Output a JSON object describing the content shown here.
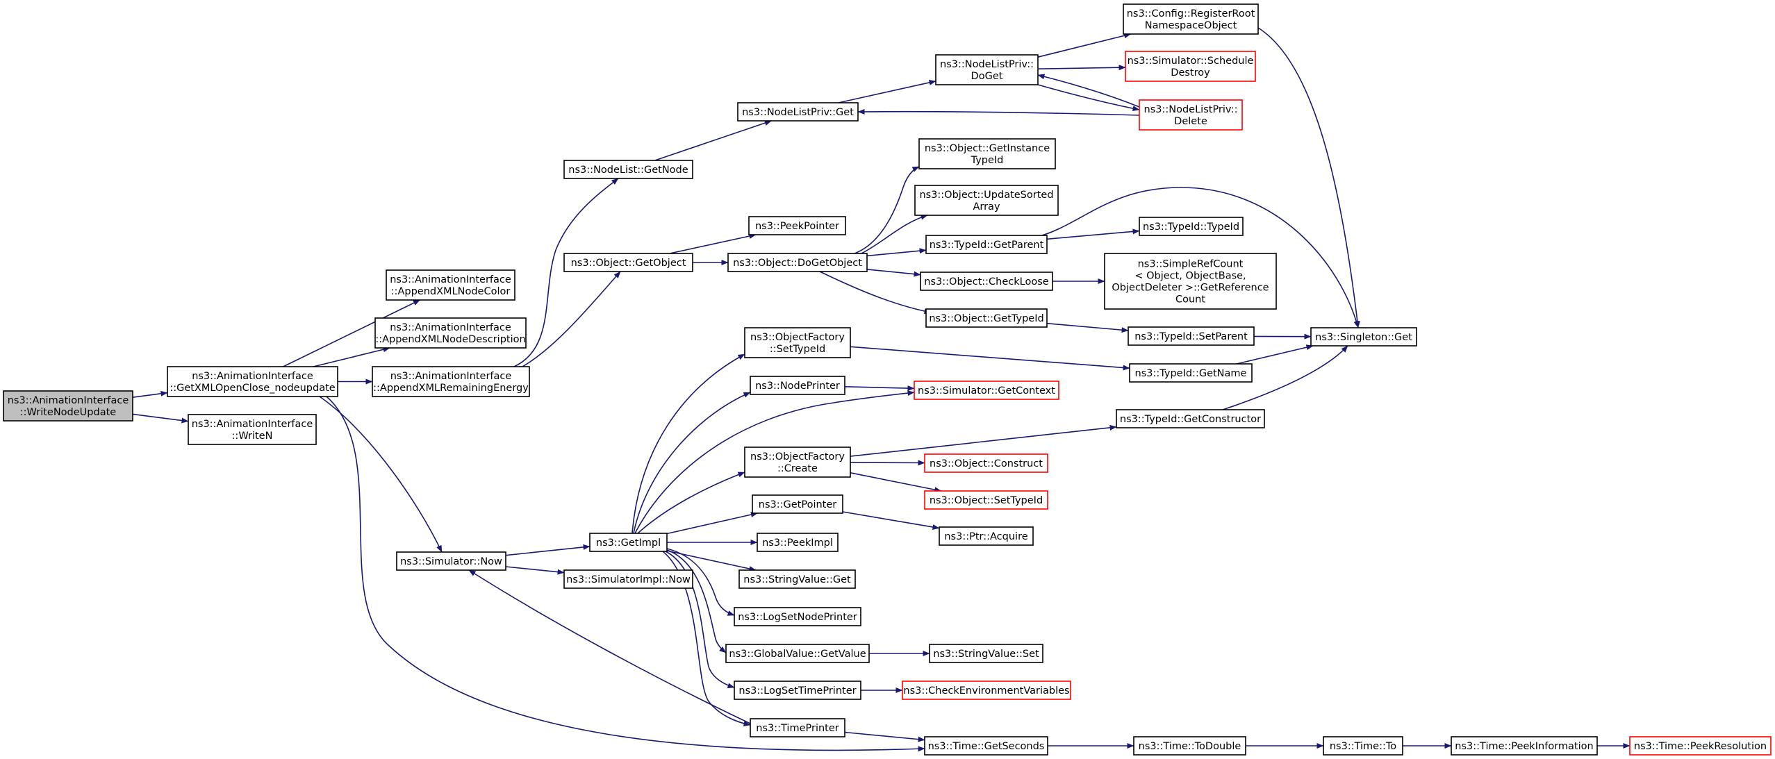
{
  "colors": {
    "edge": "#191970",
    "node_border": "#000000",
    "node_truncated_border": "#ff0000",
    "root_fill": "#bfbfbf",
    "node_fill": "#ffffff"
  },
  "nodes": [
    {
      "id": "writeNodeUpdate",
      "lines": [
        "ns3::AnimationInterface",
        "::WriteNodeUpdate"
      ],
      "style": "root"
    },
    {
      "id": "getXMLOpenClose",
      "lines": [
        "ns3::AnimationInterface",
        "::GetXMLOpenClose_nodeupdate"
      ],
      "style": "normal"
    },
    {
      "id": "writeN",
      "lines": [
        "ns3::AnimationInterface",
        "::WriteN"
      ],
      "style": "normal"
    },
    {
      "id": "appendColor",
      "lines": [
        "ns3::AnimationInterface",
        "::AppendXMLNodeColor"
      ],
      "style": "normal"
    },
    {
      "id": "appendDesc",
      "lines": [
        "ns3::AnimationInterface",
        "::AppendXMLNodeDescription"
      ],
      "style": "normal"
    },
    {
      "id": "appendEnergy",
      "lines": [
        "ns3::AnimationInterface",
        "::AppendXMLRemainingEnergy"
      ],
      "style": "normal"
    },
    {
      "id": "simNow",
      "lines": [
        "ns3::Simulator::Now"
      ],
      "style": "normal"
    },
    {
      "id": "nodeListGetNode",
      "lines": [
        "ns3::NodeList::GetNode"
      ],
      "style": "normal"
    },
    {
      "id": "objectGetObject",
      "lines": [
        "ns3::Object::GetObject"
      ],
      "style": "normal"
    },
    {
      "id": "nodeListPrivGet",
      "lines": [
        "ns3::NodeListPriv::Get"
      ],
      "style": "normal"
    },
    {
      "id": "nodeListPrivDoGet",
      "lines": [
        "ns3::NodeListPriv::",
        "DoGet"
      ],
      "style": "normal"
    },
    {
      "id": "configRegisterRoot",
      "lines": [
        "ns3::Config::RegisterRoot",
        "NamespaceObject"
      ],
      "style": "normal"
    },
    {
      "id": "simScheduleDestroy",
      "lines": [
        "ns3::Simulator::Schedule",
        "Destroy"
      ],
      "style": "truncated"
    },
    {
      "id": "nodeListPrivDelete",
      "lines": [
        "ns3::NodeListPriv::",
        "Delete"
      ],
      "style": "truncated"
    },
    {
      "id": "peekPointer",
      "lines": [
        "ns3::PeekPointer"
      ],
      "style": "normal"
    },
    {
      "id": "doGetObject",
      "lines": [
        "ns3::Object::DoGetObject"
      ],
      "style": "normal"
    },
    {
      "id": "getInstanceTypeId",
      "lines": [
        "ns3::Object::GetInstance",
        "TypeId"
      ],
      "style": "normal"
    },
    {
      "id": "updateSortedArray",
      "lines": [
        "ns3::Object::UpdateSorted",
        "Array"
      ],
      "style": "normal"
    },
    {
      "id": "typeIdGetParent",
      "lines": [
        "ns3::TypeId::GetParent"
      ],
      "style": "normal"
    },
    {
      "id": "typeIdTypeId",
      "lines": [
        "ns3::TypeId::TypeId"
      ],
      "style": "normal"
    },
    {
      "id": "checkLoose",
      "lines": [
        "ns3::Object::CheckLoose"
      ],
      "style": "normal"
    },
    {
      "id": "simpleRefCount",
      "lines": [
        "ns3::SimpleRefCount",
        "< Object, ObjectBase,",
        " ObjectDeleter >::GetReference",
        "Count"
      ],
      "style": "normal"
    },
    {
      "id": "objectGetTypeId",
      "lines": [
        "ns3::Object::GetTypeId"
      ],
      "style": "normal"
    },
    {
      "id": "typeIdSetParent",
      "lines": [
        "ns3::TypeId::SetParent"
      ],
      "style": "normal"
    },
    {
      "id": "singletonGet",
      "lines": [
        "ns3::Singleton::Get"
      ],
      "style": "normal"
    },
    {
      "id": "objectFactorySetTypeId",
      "lines": [
        "ns3::ObjectFactory",
        "::SetTypeId"
      ],
      "style": "normal"
    },
    {
      "id": "typeIdGetName",
      "lines": [
        "ns3::TypeId::GetName"
      ],
      "style": "normal"
    },
    {
      "id": "nodePrinter",
      "lines": [
        "ns3::NodePrinter"
      ],
      "style": "normal"
    },
    {
      "id": "simGetContext",
      "lines": [
        "ns3::Simulator::GetContext"
      ],
      "style": "truncated"
    },
    {
      "id": "typeIdGetConstructor",
      "lines": [
        "ns3::TypeId::GetConstructor"
      ],
      "style": "normal"
    },
    {
      "id": "objectFactoryCreate",
      "lines": [
        "ns3::ObjectFactory",
        "::Create"
      ],
      "style": "normal"
    },
    {
      "id": "objectConstruct",
      "lines": [
        "ns3::Object::Construct"
      ],
      "style": "truncated"
    },
    {
      "id": "objectSetTypeId",
      "lines": [
        "ns3::Object::SetTypeId"
      ],
      "style": "truncated"
    },
    {
      "id": "getPointer",
      "lines": [
        "ns3::GetPointer"
      ],
      "style": "normal"
    },
    {
      "id": "ptrAcquire",
      "lines": [
        "ns3::Ptr::Acquire"
      ],
      "style": "normal"
    },
    {
      "id": "getImpl",
      "lines": [
        "ns3::GetImpl"
      ],
      "style": "normal"
    },
    {
      "id": "peekImpl",
      "lines": [
        "ns3::PeekImpl"
      ],
      "style": "normal"
    },
    {
      "id": "simulatorImplNow",
      "lines": [
        "ns3::SimulatorImpl::Now"
      ],
      "style": "normal"
    },
    {
      "id": "stringValueGet",
      "lines": [
        "ns3::StringValue::Get"
      ],
      "style": "normal"
    },
    {
      "id": "logSetNodePrinter",
      "lines": [
        "ns3::LogSetNodePrinter"
      ],
      "style": "normal"
    },
    {
      "id": "globalValueGetValue",
      "lines": [
        "ns3::GlobalValue::GetValue"
      ],
      "style": "normal"
    },
    {
      "id": "stringValueSet",
      "lines": [
        "ns3::StringValue::Set"
      ],
      "style": "normal"
    },
    {
      "id": "logSetTimePrinter",
      "lines": [
        "ns3::LogSetTimePrinter"
      ],
      "style": "normal"
    },
    {
      "id": "checkEnvVars",
      "lines": [
        "ns3::CheckEnvironmentVariables"
      ],
      "style": "truncated"
    },
    {
      "id": "timePrinter",
      "lines": [
        "ns3::TimePrinter"
      ],
      "style": "normal"
    },
    {
      "id": "timeGetSeconds",
      "lines": [
        "ns3::Time::GetSeconds"
      ],
      "style": "normal"
    },
    {
      "id": "timeToDouble",
      "lines": [
        "ns3::Time::ToDouble"
      ],
      "style": "normal"
    },
    {
      "id": "timeTo",
      "lines": [
        "ns3::Time::To"
      ],
      "style": "normal"
    },
    {
      "id": "timePeekInformation",
      "lines": [
        "ns3::Time::PeekInformation"
      ],
      "style": "normal"
    },
    {
      "id": "timePeekResolution",
      "lines": [
        "ns3::Time::PeekResolution"
      ],
      "style": "truncated"
    }
  ],
  "edges": [
    {
      "from": "writeNodeUpdate",
      "to": "getXMLOpenClose"
    },
    {
      "from": "writeNodeUpdate",
      "to": "writeN"
    },
    {
      "from": "getXMLOpenClose",
      "to": "appendColor"
    },
    {
      "from": "getXMLOpenClose",
      "to": "appendDesc"
    },
    {
      "from": "getXMLOpenClose",
      "to": "appendEnergy"
    },
    {
      "from": "getXMLOpenClose",
      "to": "simNow"
    },
    {
      "from": "getXMLOpenClose",
      "to": "timeGetSeconds"
    },
    {
      "from": "appendEnergy",
      "to": "nodeListGetNode"
    },
    {
      "from": "appendEnergy",
      "to": "objectGetObject"
    },
    {
      "from": "nodeListGetNode",
      "to": "nodeListPrivGet"
    },
    {
      "from": "nodeListPrivGet",
      "to": "nodeListPrivDoGet"
    },
    {
      "from": "nodeListPrivDoGet",
      "to": "configRegisterRoot"
    },
    {
      "from": "nodeListPrivDoGet",
      "to": "simScheduleDestroy"
    },
    {
      "from": "nodeListPrivDoGet",
      "to": "nodeListPrivDelete"
    },
    {
      "from": "nodeListPrivDelete",
      "to": "nodeListPrivDoGet"
    },
    {
      "from": "nodeListPrivDelete",
      "to": "nodeListPrivGet"
    },
    {
      "from": "configRegisterRoot",
      "to": "singletonGet"
    },
    {
      "from": "objectGetObject",
      "to": "peekPointer"
    },
    {
      "from": "objectGetObject",
      "to": "doGetObject"
    },
    {
      "from": "doGetObject",
      "to": "getInstanceTypeId"
    },
    {
      "from": "doGetObject",
      "to": "updateSortedArray"
    },
    {
      "from": "doGetObject",
      "to": "typeIdGetParent"
    },
    {
      "from": "doGetObject",
      "to": "checkLoose"
    },
    {
      "from": "doGetObject",
      "to": "objectGetTypeId"
    },
    {
      "from": "typeIdGetParent",
      "to": "typeIdTypeId"
    },
    {
      "from": "typeIdGetParent",
      "to": "singletonGet"
    },
    {
      "from": "checkLoose",
      "to": "simpleRefCount"
    },
    {
      "from": "objectGetTypeId",
      "to": "typeIdSetParent"
    },
    {
      "from": "typeIdSetParent",
      "to": "singletonGet"
    },
    {
      "from": "typeIdGetName",
      "to": "singletonGet"
    },
    {
      "from": "typeIdGetConstructor",
      "to": "singletonGet"
    },
    {
      "from": "simNow",
      "to": "getImpl"
    },
    {
      "from": "simNow",
      "to": "simulatorImplNow"
    },
    {
      "from": "getImpl",
      "to": "objectFactorySetTypeId"
    },
    {
      "from": "getImpl",
      "to": "nodePrinter"
    },
    {
      "from": "getImpl",
      "to": "simGetContext"
    },
    {
      "from": "getImpl",
      "to": "objectFactoryCreate"
    },
    {
      "from": "getImpl",
      "to": "getPointer"
    },
    {
      "from": "getImpl",
      "to": "peekImpl"
    },
    {
      "from": "getImpl",
      "to": "stringValueGet"
    },
    {
      "from": "getImpl",
      "to": "logSetNodePrinter"
    },
    {
      "from": "getImpl",
      "to": "globalValueGetValue"
    },
    {
      "from": "getImpl",
      "to": "logSetTimePrinter"
    },
    {
      "from": "getImpl",
      "to": "timePrinter"
    },
    {
      "from": "objectFactorySetTypeId",
      "to": "typeIdGetName"
    },
    {
      "from": "nodePrinter",
      "to": "simGetContext"
    },
    {
      "from": "objectFactoryCreate",
      "to": "typeIdGetConstructor"
    },
    {
      "from": "objectFactoryCreate",
      "to": "objectConstruct"
    },
    {
      "from": "objectFactoryCreate",
      "to": "objectSetTypeId"
    },
    {
      "from": "getPointer",
      "to": "ptrAcquire"
    },
    {
      "from": "globalValueGetValue",
      "to": "stringValueSet"
    },
    {
      "from": "logSetTimePrinter",
      "to": "checkEnvVars"
    },
    {
      "from": "timePrinter",
      "to": "simNow"
    },
    {
      "from": "timePrinter",
      "to": "timeGetSeconds"
    },
    {
      "from": "timeGetSeconds",
      "to": "timeToDouble"
    },
    {
      "from": "timeToDouble",
      "to": "timeTo"
    },
    {
      "from": "timeTo",
      "to": "timePeekInformation"
    },
    {
      "from": "timePeekInformation",
      "to": "timePeekResolution"
    }
  ]
}
